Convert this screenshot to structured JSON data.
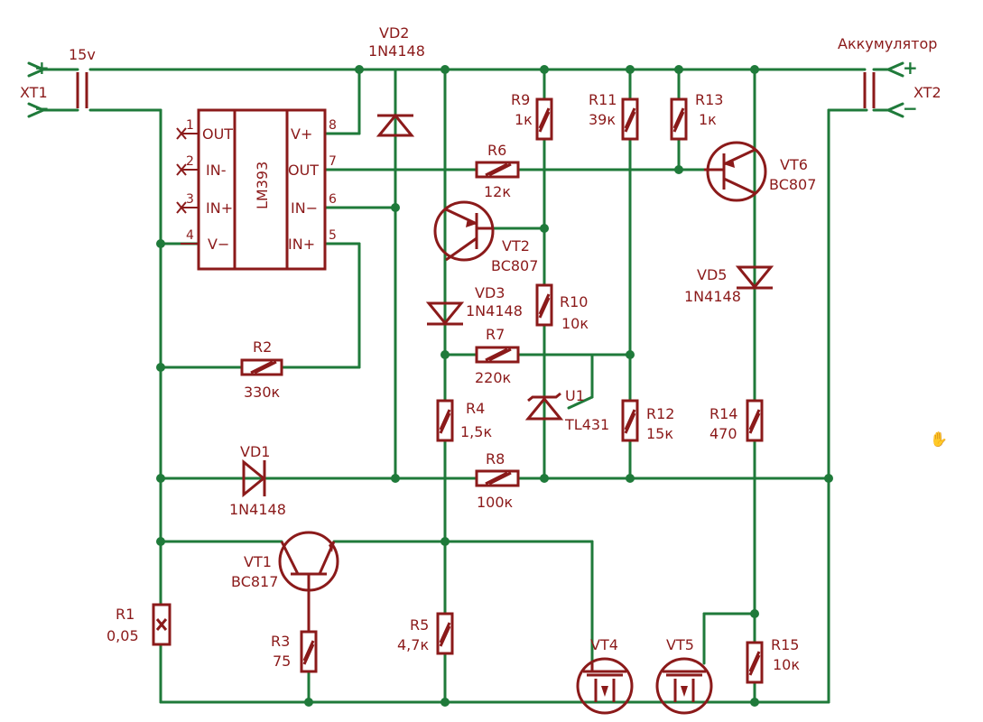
{
  "connectors": {
    "xt1": {
      "ref": "XT1",
      "value": "15v",
      "plus": "+",
      "minus": "−"
    },
    "xt2": {
      "ref": "XT2",
      "value": "Аккумулятор",
      "plus": "+",
      "minus": "−"
    }
  },
  "ic": {
    "name": "LM393",
    "pins_left": [
      {
        "num": "1",
        "label": "OUT"
      },
      {
        "num": "2",
        "label": "IN-"
      },
      {
        "num": "3",
        "label": "IN+"
      },
      {
        "num": "4",
        "label": "V−"
      }
    ],
    "pins_right": [
      {
        "num": "8",
        "label": "V+"
      },
      {
        "num": "7",
        "label": "OUT"
      },
      {
        "num": "6",
        "label": "IN−"
      },
      {
        "num": "5",
        "label": "IN+"
      }
    ]
  },
  "components": {
    "vd1": {
      "ref": "VD1",
      "value": "1N4148"
    },
    "vd2": {
      "ref": "VD2",
      "value": "1N4148"
    },
    "vd3": {
      "ref": "VD3",
      "value": "1N4148"
    },
    "vd5": {
      "ref": "VD5",
      "value": "1N4148"
    },
    "vt1": {
      "ref": "VT1",
      "value": "BC817"
    },
    "vt2": {
      "ref": "VT2",
      "value": "BC807"
    },
    "vt4": {
      "ref": "VT4"
    },
    "vt5": {
      "ref": "VT5"
    },
    "vt6": {
      "ref": "VT6",
      "value": "BC807"
    },
    "u1": {
      "ref": "U1",
      "value": "TL431"
    },
    "r1": {
      "ref": "R1",
      "value": "0,05"
    },
    "r2": {
      "ref": "R2",
      "value": "330к"
    },
    "r3": {
      "ref": "R3",
      "value": "75"
    },
    "r4": {
      "ref": "R4",
      "value": "1,5к"
    },
    "r5": {
      "ref": "R5",
      "value": "4,7к"
    },
    "r6": {
      "ref": "R6",
      "value": "12к"
    },
    "r7": {
      "ref": "R7",
      "value": "220к"
    },
    "r8": {
      "ref": "R8",
      "value": "100к"
    },
    "r9": {
      "ref": "R9",
      "value": "1к"
    },
    "r10": {
      "ref": "R10",
      "value": "10к"
    },
    "r11": {
      "ref": "R11",
      "value": "39к"
    },
    "r12": {
      "ref": "R12",
      "value": "15к"
    },
    "r13": {
      "ref": "R13",
      "value": "1к"
    },
    "r14": {
      "ref": "R14",
      "value": "470"
    },
    "r15": {
      "ref": "R15",
      "value": "10к"
    }
  },
  "colors": {
    "wire": "#1f7a3a",
    "component": "#8b1a1a",
    "background": "#ffffff"
  },
  "icons": {
    "cursor": "hand-cursor-icon"
  }
}
